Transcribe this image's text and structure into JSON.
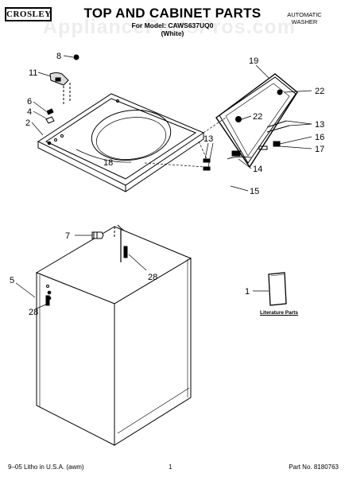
{
  "header": {
    "brand_logo_text": "CROSLEY",
    "title": "TOP AND CABINET PARTS",
    "model_line": "For Model: CAWS637UQ0",
    "color_line": "(White)",
    "product_type_line1": "AUTOMATIC",
    "product_type_line2": "WASHER"
  },
  "watermark": "AppliancePartsPros.com",
  "callouts": {
    "c8": "8",
    "c11": "11",
    "c6": "6",
    "c4": "4",
    "c2": "2",
    "c19": "19",
    "c22a": "22",
    "c22b": "22",
    "c13a": "13",
    "c13b": "13",
    "c16": "16",
    "c17": "17",
    "c18": "18",
    "c14": "14",
    "c15": "15",
    "c7": "7",
    "c28a": "28",
    "c5": "5",
    "c28b": "28",
    "c1": "1"
  },
  "literature_label": "Literature Parts",
  "footer": {
    "left": "9–05 Litho in U.S.A. (awm)",
    "page": "1",
    "part_no": "Part No. 8180763"
  }
}
